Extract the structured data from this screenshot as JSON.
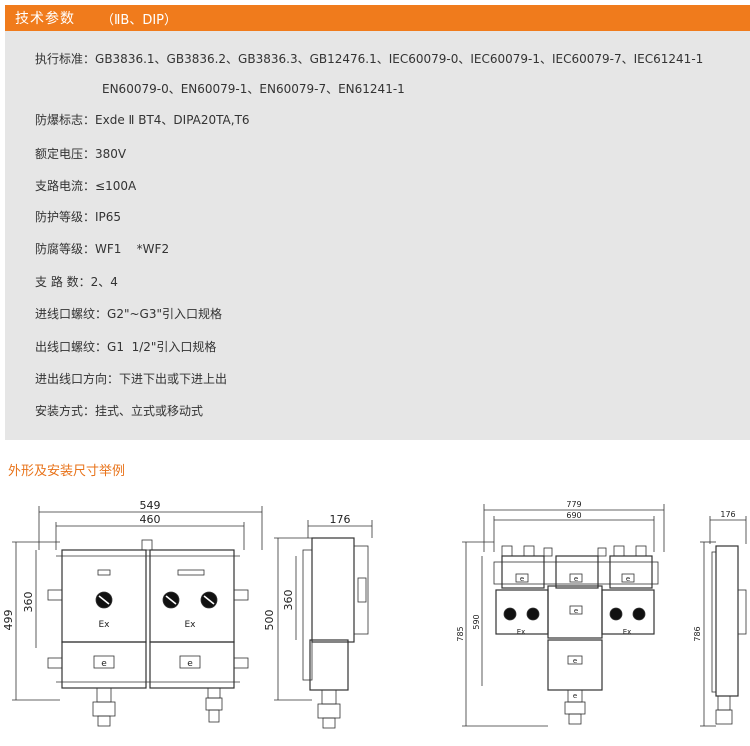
{
  "header": {
    "title": "技术参数",
    "subtitle": "（ⅡB、DIP）"
  },
  "specs": {
    "standard_label": "执行标准：",
    "standard_line1": "GB3836.1、GB3836.2、GB3836.3、GB12476.1、IEC60079-0、IEC60079-1、IEC60079-7、IEC61241-1",
    "standard_line2": "EN60079-0、EN60079-1、EN60079-7、EN61241-1",
    "ex_mark_label": "防爆标志：",
    "ex_mark_value": "Exde Ⅱ BT4、DIPA20TA,T6",
    "voltage_label": "额定电压：",
    "voltage_value": "380V",
    "current_label": "支路电流：",
    "current_value": "≤100A",
    "protection_label": "防护等级：",
    "protection_value": "IP65",
    "corrosion_label": "防腐等级：",
    "corrosion_value": "WF1    *WF2",
    "branches_label": "支 路 数：",
    "branches_value": "2、4",
    "inlet_thread_label": "进线口螺纹：",
    "inlet_thread_value": "G2\"~G3\"引入口规格",
    "outlet_thread_label": "出线口螺纹：",
    "outlet_thread_value": "G1  1/2\"引入口规格",
    "cable_direction_label": "进出线口方向：",
    "cable_direction_value": "下进下出或下进上出",
    "install_label": "安装方式：",
    "install_value": "挂式、立式或移动式"
  },
  "section2": {
    "title": "外形及安装尺寸举例"
  },
  "drawing1": {
    "w_outer": "549",
    "w_inner": "460",
    "h_outer": "499",
    "h_inner": "360",
    "ex1": "Ex",
    "ex2": "Ex",
    "e1": "e",
    "e2": "e"
  },
  "drawing2": {
    "depth": "176",
    "h_outer": "500",
    "h_inner": "360"
  },
  "drawing3": {
    "w_outer": "779",
    "w_inner": "690",
    "h_outer": "785",
    "h_inner": "590",
    "ex1": "Ex",
    "ex2": "Ex",
    "e1": "e",
    "e2": "e",
    "e3": "e",
    "e4": "e",
    "e5": "e",
    "e6": "e"
  },
  "drawing4": {
    "depth": "176",
    "height": "786"
  }
}
